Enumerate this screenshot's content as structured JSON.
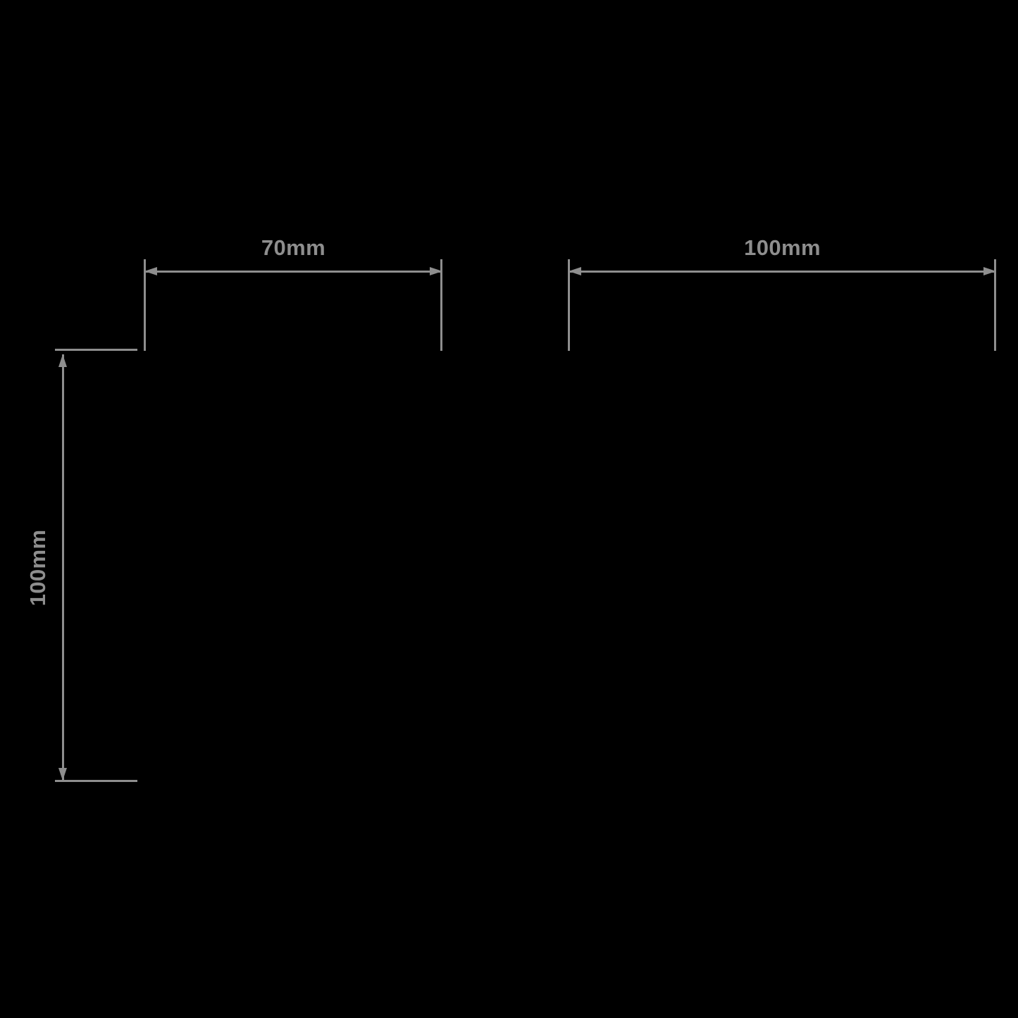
{
  "diagram": {
    "type": "technical-dimension-drawing",
    "background": "#000000",
    "line_color": "#8e8e8e",
    "text_color": "#8e8e8e",
    "dimensions": {
      "top_left": {
        "label": "70mm"
      },
      "top_right": {
        "label": "100mm"
      },
      "left": {
        "label": "100mm"
      }
    }
  }
}
